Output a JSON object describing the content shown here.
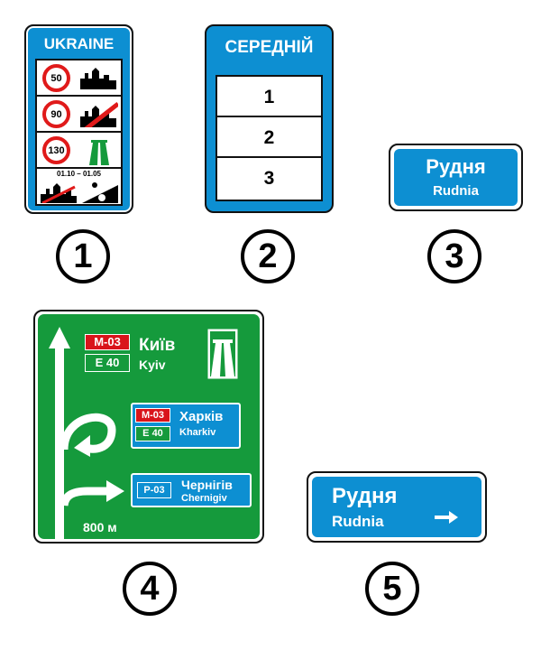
{
  "sign1": {
    "title": "UKRAINE",
    "limits": [
      "50",
      "90",
      "130"
    ],
    "dates": "01.10 – 01.05"
  },
  "sign2": {
    "title": "СЕРЕДНІЙ",
    "rows": [
      "1",
      "2",
      "3"
    ]
  },
  "sign3": {
    "name_cyr": "Рудня",
    "name_lat": "Rudnia"
  },
  "sign4": {
    "dest1": {
      "route": "M-03",
      "euro": "E 40",
      "name_cyr": "Київ",
      "name_lat": "Kyiv"
    },
    "dest2": {
      "route": "M-03",
      "euro": "E 40",
      "name_cyr": "Харків",
      "name_lat": "Kharkiv"
    },
    "dest3": {
      "route": "P-03",
      "name_cyr": "Чернігів",
      "name_lat": "Chernigiv"
    },
    "distance": "800 м"
  },
  "sign5": {
    "name_cyr": "Рудня",
    "name_lat": "Rudnia"
  },
  "numbers": [
    "1",
    "2",
    "3",
    "4",
    "5"
  ],
  "colors": {
    "blue": "#0d8fd2",
    "green": "#159a3c",
    "red": "#d9141b"
  }
}
